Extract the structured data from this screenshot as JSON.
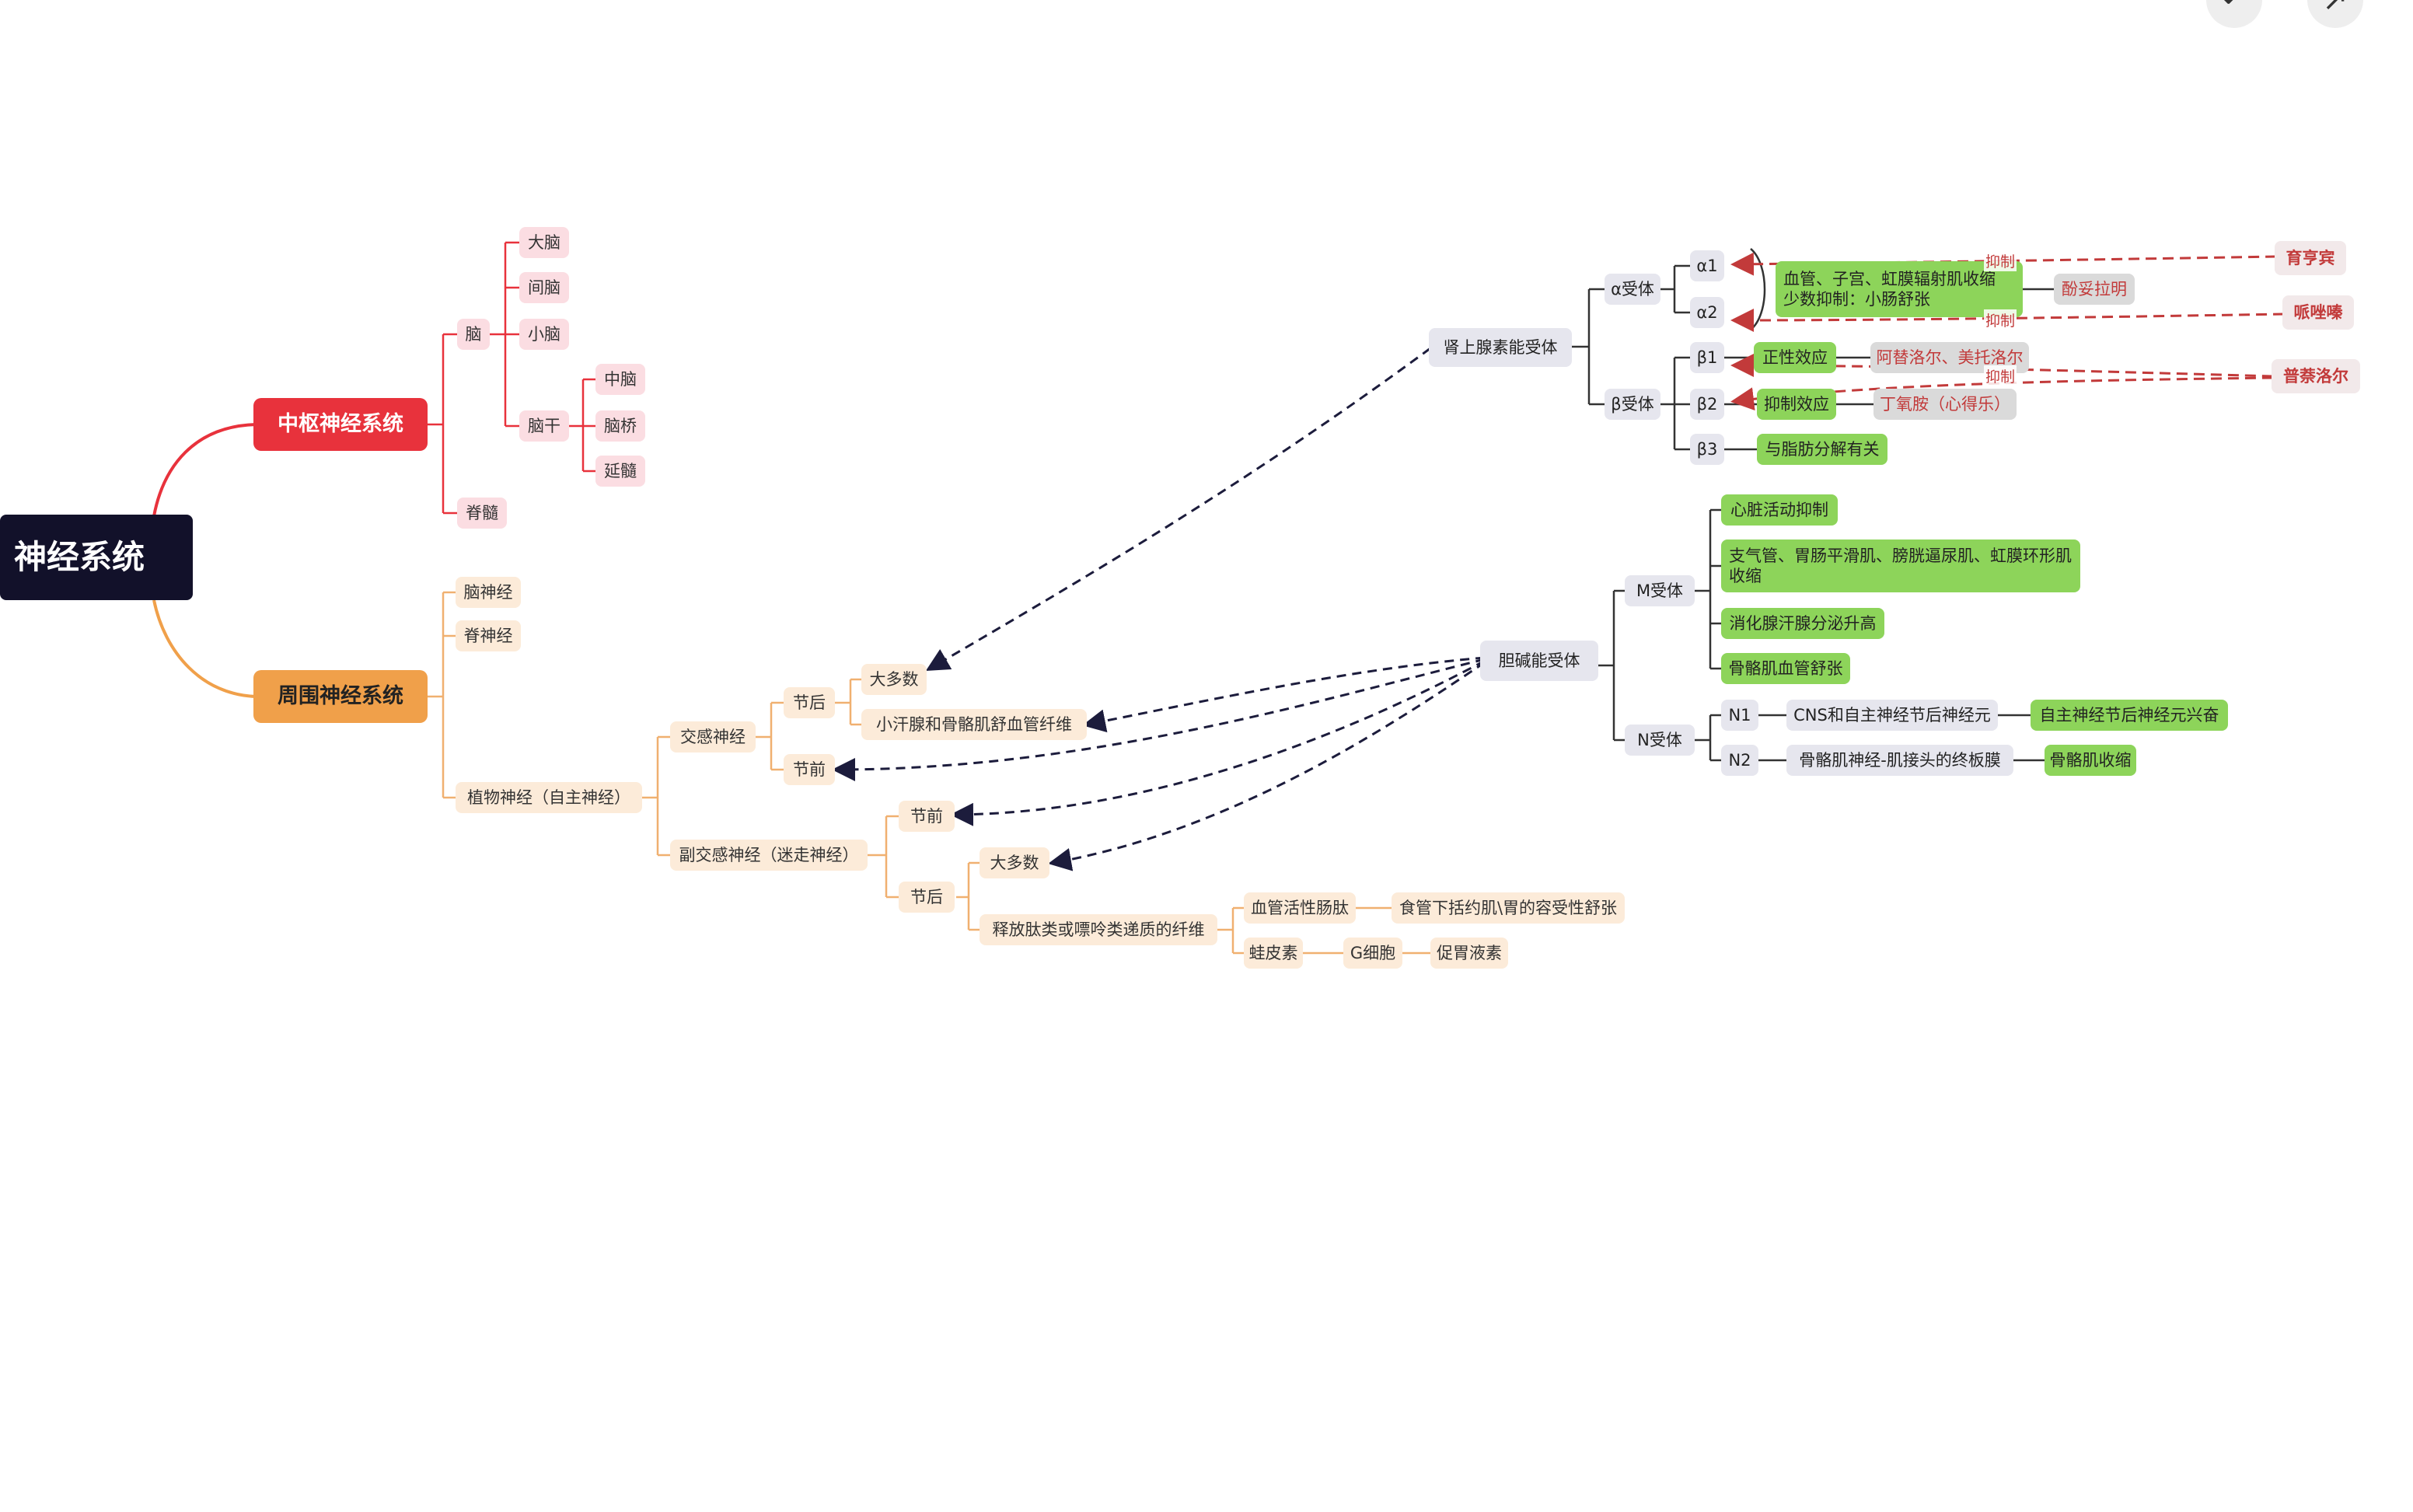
{
  "root": "神经系统",
  "cns": {
    "title": "中枢神经系统",
    "brain": "脑",
    "brain_parts": [
      "大脑",
      "间脑",
      "小脑"
    ],
    "brainstem": "脑干",
    "brainstem_parts": [
      "中脑",
      "脑桥",
      "延髓"
    ],
    "spinal_cord": "脊髓"
  },
  "pns": {
    "title": "周围神经系统",
    "cranial": "脑神经",
    "spinal": "脊神经",
    "autonomic": "植物神经（自主神经）",
    "sympathetic": {
      "label": "交感神经",
      "post": "节后",
      "post_majority": "大多数",
      "post_sweat": "小汗腺和骨骼肌舒血管纤维",
      "pre": "节前"
    },
    "parasympathetic": {
      "label": "副交感神经（迷走神经）",
      "pre": "节前",
      "post": "节后",
      "post_majority": "大多数",
      "peptide_fibers": "释放肽类或嘌呤类递质的纤维",
      "vip": "血管活性肠肽",
      "vip_effect": "食管下括约肌\\胃的容受性舒张",
      "bombesin": "蛙皮素",
      "g_cell": "G细胞",
      "gastrin": "促胃液素"
    }
  },
  "adrenergic": {
    "title": "肾上腺素能受体",
    "alpha": "α受体",
    "alpha1": "α1",
    "alpha2": "α2",
    "alpha_effect_line1": "血管、子宫、虹膜辐射肌收缩",
    "alpha_effect_line2": "少数抑制：小肠舒张",
    "alpha_blocker": "酚妥拉明",
    "beta": "β受体",
    "beta1": "β1",
    "beta1_effect": "正性效应",
    "beta1_blocker": "阿替洛尔、美托洛尔",
    "beta2": "β2",
    "beta2_effect": "抑制效应",
    "beta2_drug": "丁氧胺（心得乐）",
    "beta3": "β3",
    "beta3_effect": "与脂肪分解有关",
    "drug_yohimbine": "育亨宾",
    "drug_prazosin": "哌唑嗪",
    "drug_propranolol": "普萘洛尔",
    "inhibit_label": "抑制"
  },
  "cholinergic": {
    "title": "胆碱能受体",
    "m": "M受体",
    "m_effects": [
      "心脏活动抑制",
      "支气管、胃肠平滑肌、膀胱逼尿肌、虹膜环形肌收缩",
      "消化腺汗腺分泌升高",
      "骨骼肌血管舒张"
    ],
    "n": "N受体",
    "n1": "N1",
    "n1_site": "CNS和自主神经节后神经元",
    "n1_effect": "自主神经节后神经元兴奋",
    "n2": "N2",
    "n2_site": "骨骼肌神经-肌接头的终板膜",
    "n2_effect": "骨骼肌收缩"
  },
  "colors": {
    "root": "#12112a",
    "cns": "#e8323c",
    "pns": "#f0a04a",
    "receptor_green": "#8dd45a",
    "dashed_arrow": "#1c1c3c",
    "inhibit_arrow": "#c23a3a"
  },
  "icons": [
    "undo-icon",
    "redo-icon"
  ]
}
